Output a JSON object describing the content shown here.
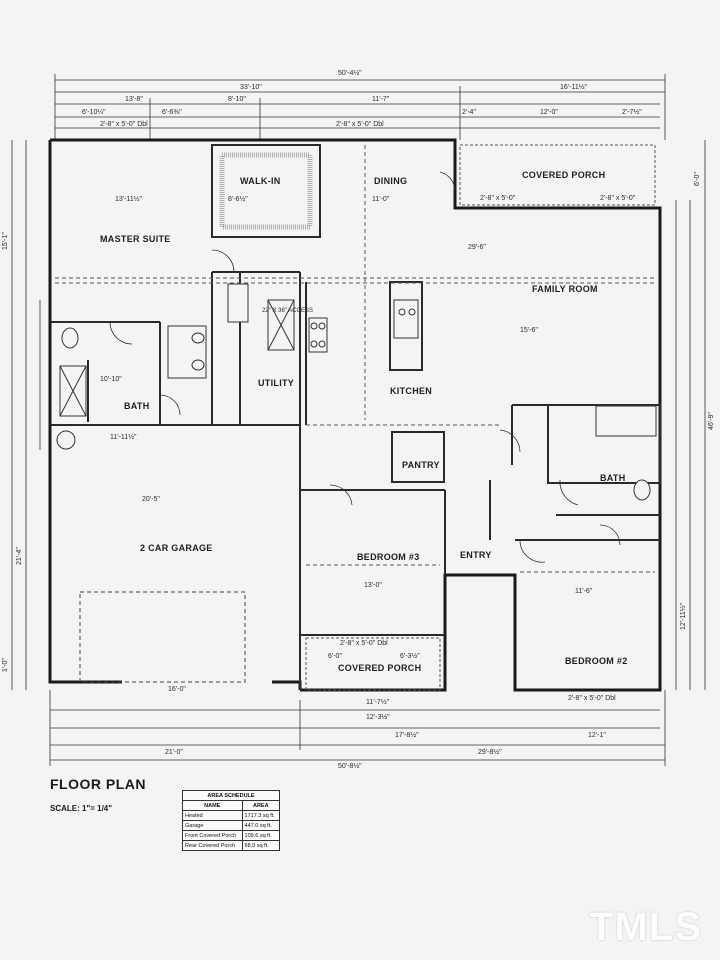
{
  "rooms": {
    "walk_in": "WALK-IN",
    "dining": "DINING",
    "covered_porch_rear": "COVERED PORCH",
    "master_suite": "MASTER SUITE",
    "family_room": "FAMILY ROOM",
    "kitchen": "KITCHEN",
    "utility": "UTILITY",
    "bath_master": "BATH",
    "bath_2": "BATH",
    "pantry": "PANTRY",
    "garage": "2 CAR GARAGE",
    "bedroom3": "BEDROOM #3",
    "entry": "ENTRY",
    "covered_porch_front": "COVERED PORCH",
    "bedroom2": "BEDROOM #2",
    "access": "22\" X 36\" ACCESS"
  },
  "dims": {
    "top_overall": "50'-4½\"",
    "top_a": "33'-10\"",
    "top_b": "16'-11½\"",
    "top_c": "13'-8\"",
    "top_d": "8'-10\"",
    "top_e": "11'-7\"",
    "top_f": "6'-10¼\"",
    "top_g": "6'-6⅜\"",
    "top_h": "2'-4\"",
    "top_i": "12'-0\"",
    "top_j": "2'-7½\"",
    "door_a": "2'-8\" x 5'-0\" Dbl",
    "door_b": "2'-8\" x 5'-0\" Dbl",
    "door_c": "2'-8\" x 5'-0\"",
    "door_d": "2'-8\" x 5'-0\"",
    "door_front": "2'-8\" x 5'-0\" Dbl",
    "door_bed2": "2'-8\" x 5'-0\" Dbl",
    "walkin_w": "8'-6½\"",
    "master_w": "13'-11½\"",
    "dining_w": "11'-0\"",
    "family_w": "29'-6\"",
    "family_w2": "15'-6\"",
    "bath_w": "10'-10\"",
    "garage_top": "11'-11½\"",
    "garage_w": "20'-5\"",
    "garage_bot": "16'-0\"",
    "bed3_w": "13'-0\"",
    "bed2_w": "11'-6\"",
    "bot_a": "11'-7½\"",
    "bot_b": "12'-3½\"",
    "bot_c": "17'-8½\"",
    "bot_d": "12'-1\"",
    "bot_e": "21'-0\"",
    "bot_f": "29'-8½\"",
    "bot_overall": "50'-8½\"",
    "left_a": "15'-1\"",
    "left_b": "21'-4\"",
    "left_c": "1'-0\"",
    "right_a": "6'-0\"",
    "right_b": "46'-9\"",
    "right_c": "12'-11½\"",
    "front_porch_a": "6'-0\"",
    "front_porch_b": "6'-3½\""
  },
  "title": "FLOOR PLAN",
  "scale": "SCALE: 1\"= 1/4\"",
  "area_schedule": {
    "heading": "AREA SCHEDULE",
    "col_name": "NAME",
    "col_area": "AREA",
    "rows": [
      {
        "name": "Heated",
        "area": "1717.3 sq ft."
      },
      {
        "name": "Garage",
        "area": "447.0 sq ft."
      },
      {
        "name": "Front Covered Porch",
        "area": "109.6 sq ft."
      },
      {
        "name": "Rear Covered Porch",
        "area": "98.9 sq ft."
      }
    ]
  },
  "watermark": "TMLS"
}
